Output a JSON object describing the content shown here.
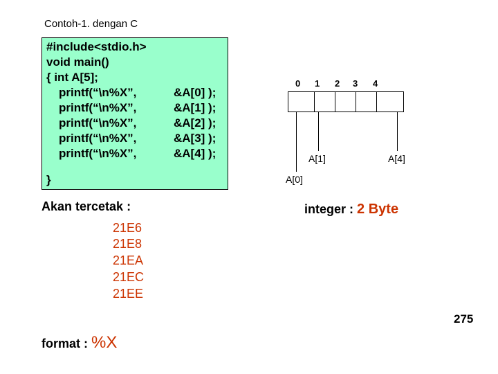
{
  "title": "Contoh-1. dengan C",
  "code": {
    "lines": [
      "#include<stdio.h>",
      "void main()",
      "{ int A[5];"
    ],
    "printf_calls": [
      {
        "call": "printf(“\\n%X”,",
        "arg": "&A[0] );"
      },
      {
        "call": "printf(“\\n%X”,",
        "arg": "&A[1] );"
      },
      {
        "call": "printf(“\\n%X”,",
        "arg": "&A[2] );"
      },
      {
        "call": "printf(“\\n%X”,",
        "arg": "&A[3] );"
      },
      {
        "call": "printf(“\\n%X”,",
        "arg": "&A[4] );"
      }
    ],
    "closing": "}"
  },
  "result": {
    "label": "Akan tercetak :",
    "values": [
      "21E6",
      "21E8",
      "21EA",
      "21EC",
      "21EE"
    ]
  },
  "format": {
    "label": "format :",
    "value": "%X"
  },
  "array": {
    "indices": [
      "0",
      "1",
      "2",
      "3",
      "4"
    ],
    "labels": {
      "a0": "A[0]",
      "a1": "A[1]",
      "a4": "A[4]"
    }
  },
  "integer": {
    "label": "integer :",
    "value": "2 Byte"
  },
  "page_number": "275"
}
